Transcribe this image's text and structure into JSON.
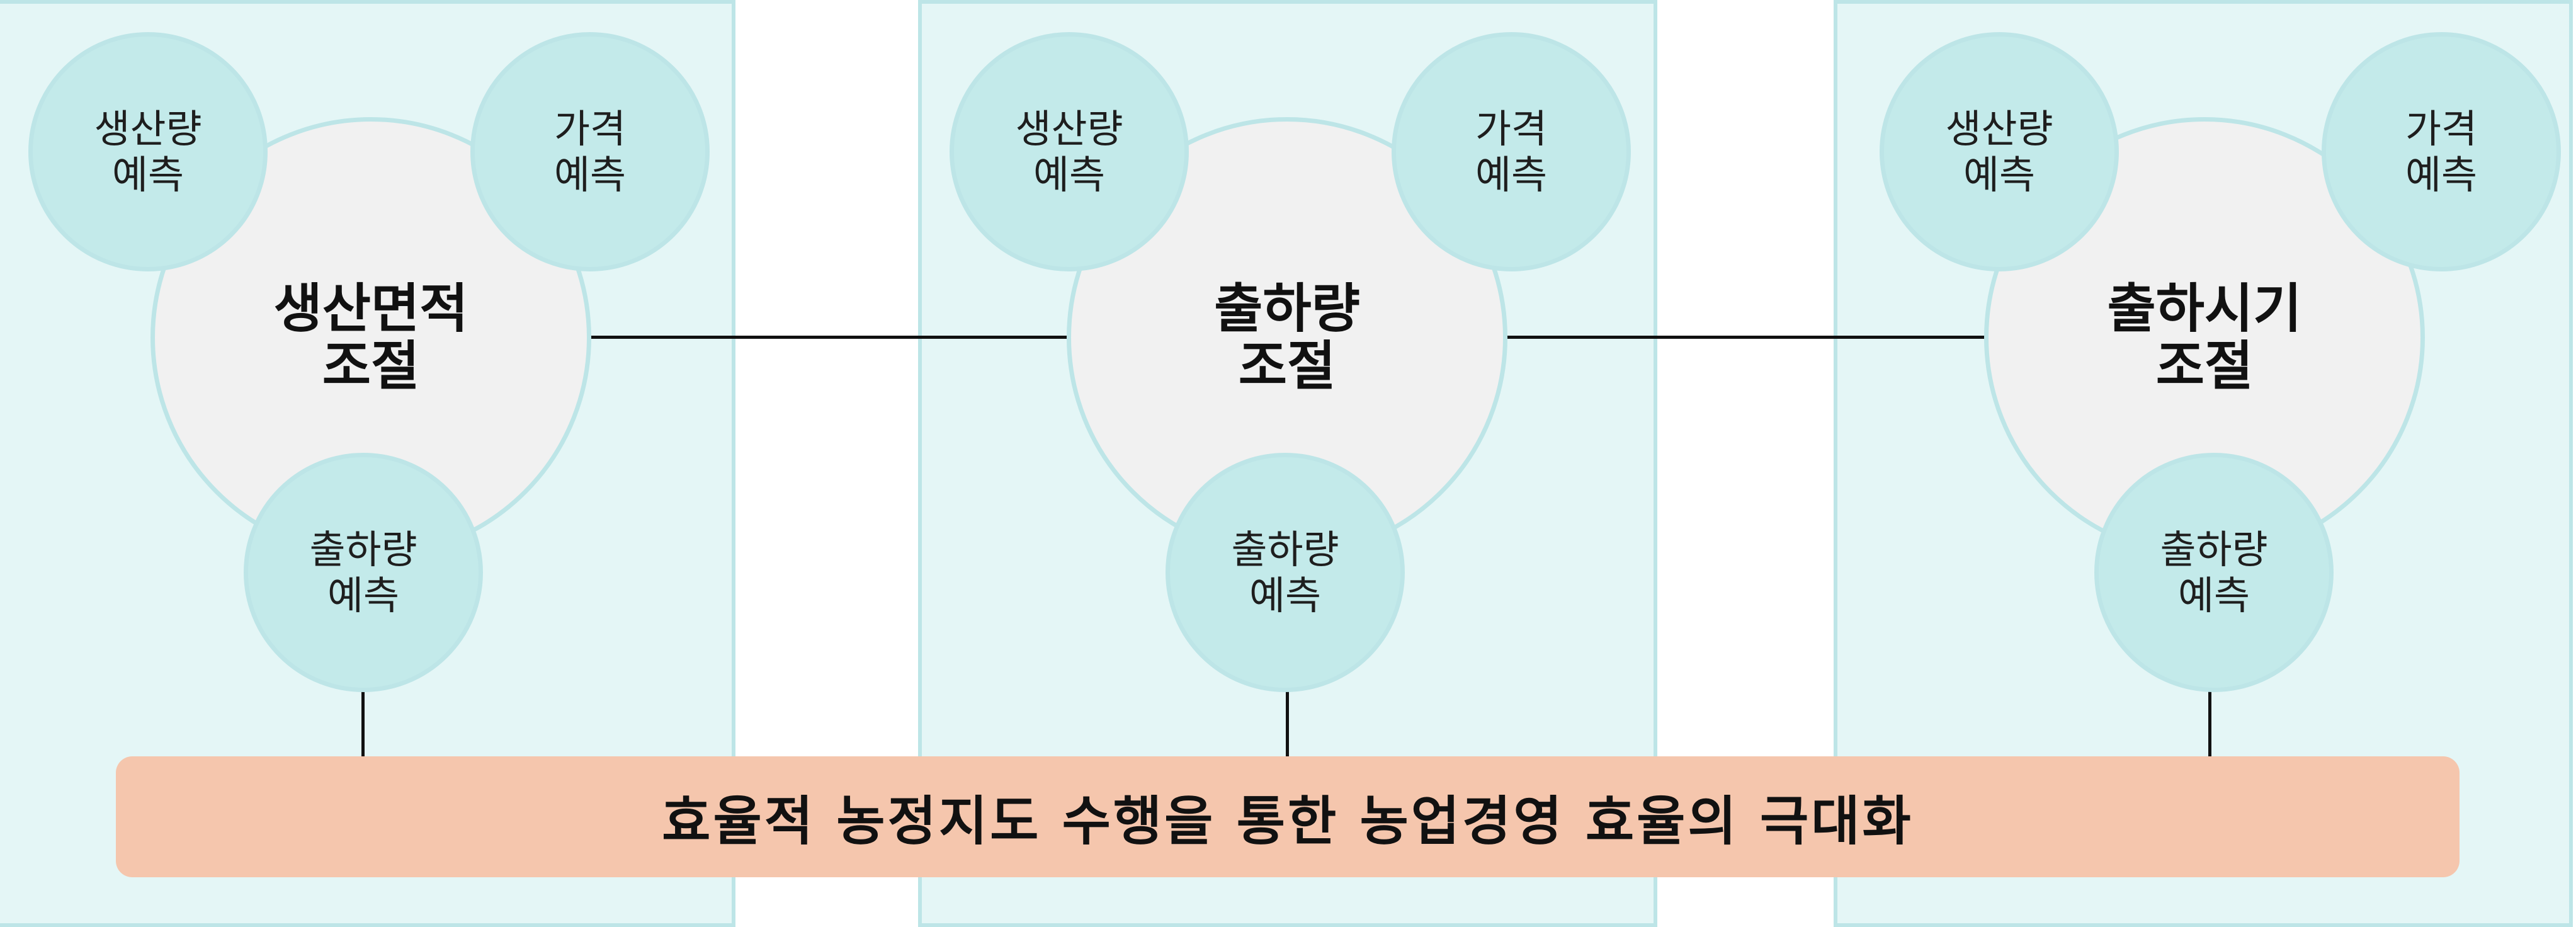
{
  "groups": [
    {
      "main_label": "생산면적\n조절",
      "sub_left": "생산량\n예측",
      "sub_right": "가격\n예측",
      "sub_bottom": "출하량\n예측"
    },
    {
      "main_label": "출하량\n조절",
      "sub_left": "생산량\n예측",
      "sub_right": "가격\n예측",
      "sub_bottom": "출하량\n예측"
    },
    {
      "main_label": "출하시기\n조절",
      "sub_left": "생산량\n예측",
      "sub_right": "가격\n예측",
      "sub_bottom": "출하량\n예측"
    }
  ],
  "goal": "효율적 농정지도 수행을 통한 농업경영 효율의 극대화",
  "colors": {
    "panel_background": "#e4f6f6",
    "panel_border": "#bde5e7",
    "main_circle": "#f1f1f1",
    "sub_circle": "#c3eaea",
    "goal_bar": "#f5c6ad",
    "line": "#111111"
  }
}
